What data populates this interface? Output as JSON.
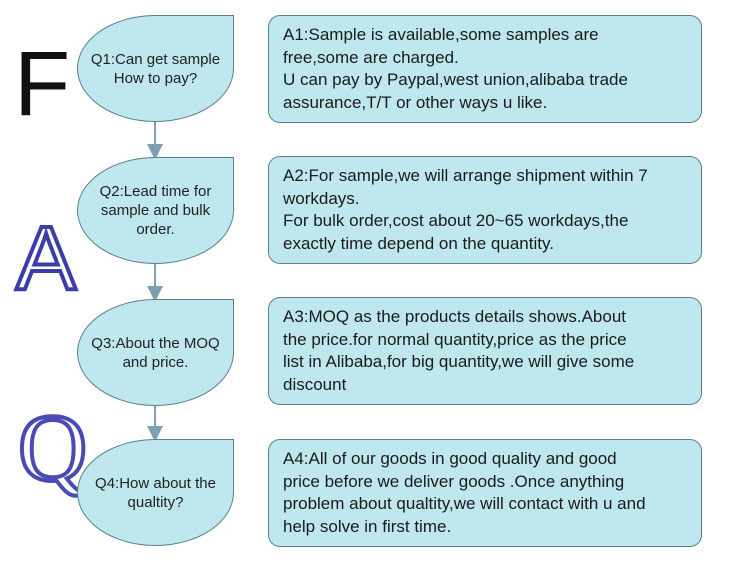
{
  "side_letters": [
    "F",
    "A",
    "Q"
  ],
  "questions": [
    {
      "text": "Q1:Can get sample\nHow to pay?"
    },
    {
      "text": "Q2:Lead time for\nsample and bulk\norder."
    },
    {
      "text": "Q3:About the MOQ\nand price."
    },
    {
      "text": "Q4:How about the\nqualtity?"
    }
  ],
  "answers": [
    {
      "text": "A1:Sample is available,some samples are\nfree,some are charged.\nU can pay by Paypal,west union,alibaba trade\nassurance,T/T or other ways u like."
    },
    {
      "text": "A2:For sample,we will arrange shipment within 7\nworkdays.\nFor bulk order,cost about 20~65 workdays,the\nexactly time depend on the quantity."
    },
    {
      "text": "A3:MOQ as the products details shows.About\nthe price.for normal quantity,price as the price\nlist in Alibaba,for big quantity,we will give some\ndiscount"
    },
    {
      "text": "A4:All of our goods in good quality and good\nprice before we deliver goods .Once anything\nproblem about qualtity,we will contact with u and\nhelp solve in first time."
    }
  ],
  "colors": {
    "shape_fill": "#bfe7ee",
    "shape_border": "#5a7f90",
    "connector": "#7f9fb0",
    "letter_f": "#111111",
    "letter_a_outline": "#3d3da6",
    "letter_q_outline": "#4a4ab3"
  }
}
